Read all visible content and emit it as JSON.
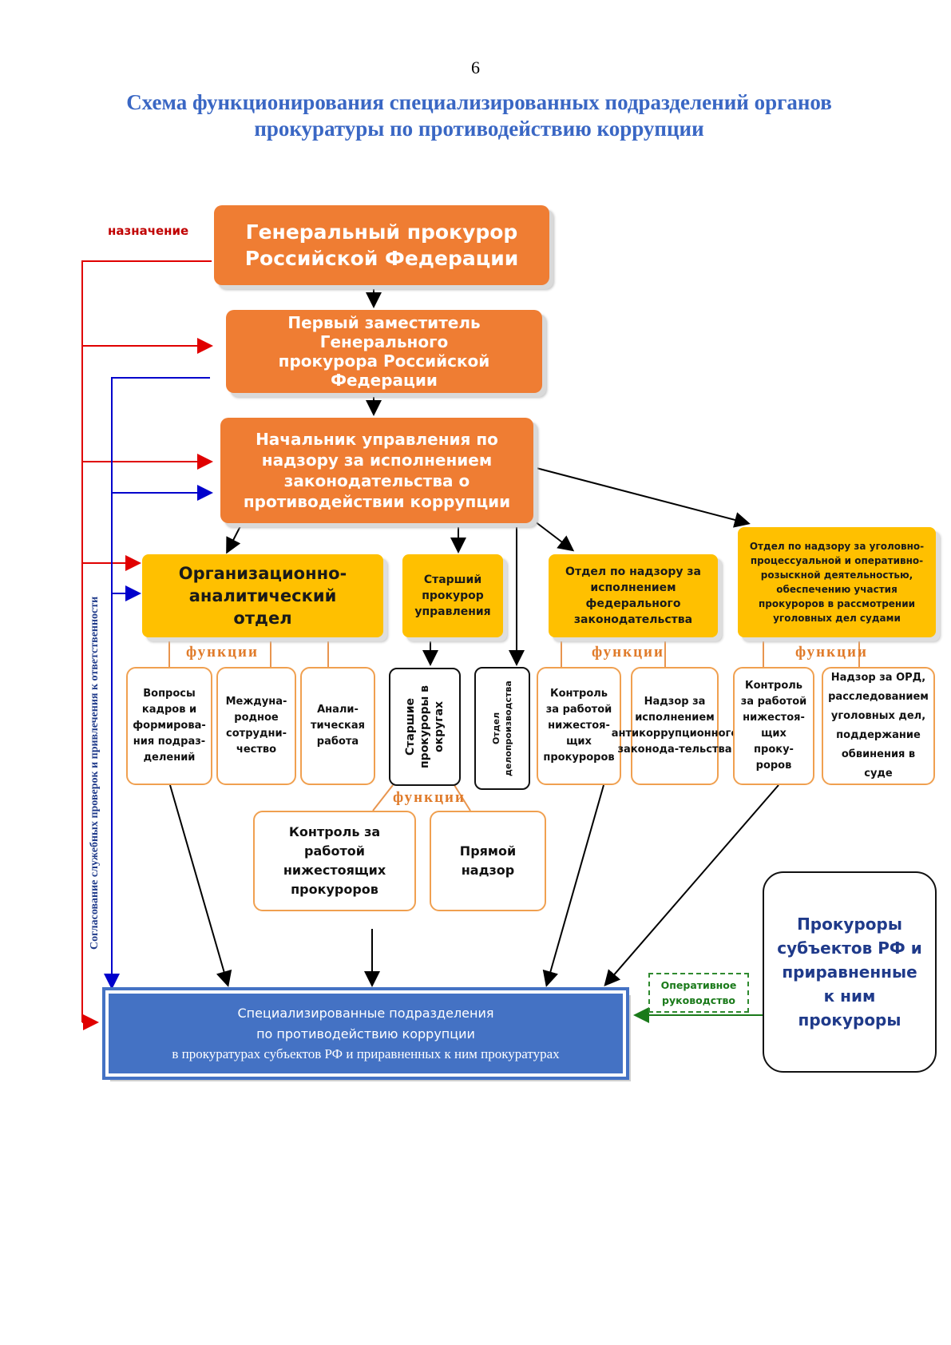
{
  "page_number": "6",
  "title": {
    "line1": "Схема функционирования специализированных подразделений органов",
    "line2": "прокуратуры по противодействию коррупции"
  },
  "legend": {
    "appointment": "назначение",
    "vertical_note": "Согласование служебных проверок и привлечения к ответственности",
    "operative": "Оперативное руководство"
  },
  "nodes": {
    "prosecutor_general": "Генеральный прокурор Российской Федерации",
    "first_deputy": "Первый заместитель Генерального прокурора Российской Федерации",
    "head_of_department": "Начальник управления по надзору за исполнением законодательства о противодействии коррупции",
    "org_analytical": "Организационно-аналитический отдел",
    "senior_prosecutor": "Старший прокурор управления",
    "federal_dept": "Отдел по надзору за исполнением федерального законодательства",
    "criminal_dept": "Отдел по надзору за уголовно-процессуальной и оперативно-розыскной деятельностью, обеспечению участия прокуроров в рассмотрении уголовных дел судами",
    "senior_district": "Старшие прокуроры в округах",
    "records_dept": "Отдел делопроизводства",
    "regional_units_line1": "Специализированные подразделения",
    "regional_units_line2": "по противодействию коррупции",
    "regional_units_line3": "в прокуратурах субъектов РФ и приравненных к ним прокуратурах",
    "regional_prosecutors": "Прокуроры субъектов РФ и приравненные к ним прокуроры"
  },
  "functions_label": "функции",
  "functions": {
    "personnel": "Вопросы кадров и формирова-ния подраз-делений",
    "international": "Междуна-родное сотрудни-чество",
    "analytical": "Анали-тическая работа",
    "control_lower": "Контроль за работой нижестоящих прокуроров",
    "direct_supervision": "Прямой надзор",
    "federal_control": "Контроль за работой нижестоя-щих прокуроров",
    "anticorruption": "Надзор за исполнением антикоррупционного законода-тельства",
    "criminal_control": "Контроль за работой нижестоя-щих проку-роров",
    "ord": "Надзор за ОРД, расследованием уголовных дел, поддержание обвинения в суде"
  },
  "colors": {
    "orange": "#ef7d33",
    "yellow": "#ffc000",
    "blue": "#4472c4",
    "appointment_arrow": "#e00000",
    "coordination_arrow": "#0000cc",
    "operative_arrow": "#1a7a1a",
    "title": "#3a67c4"
  }
}
